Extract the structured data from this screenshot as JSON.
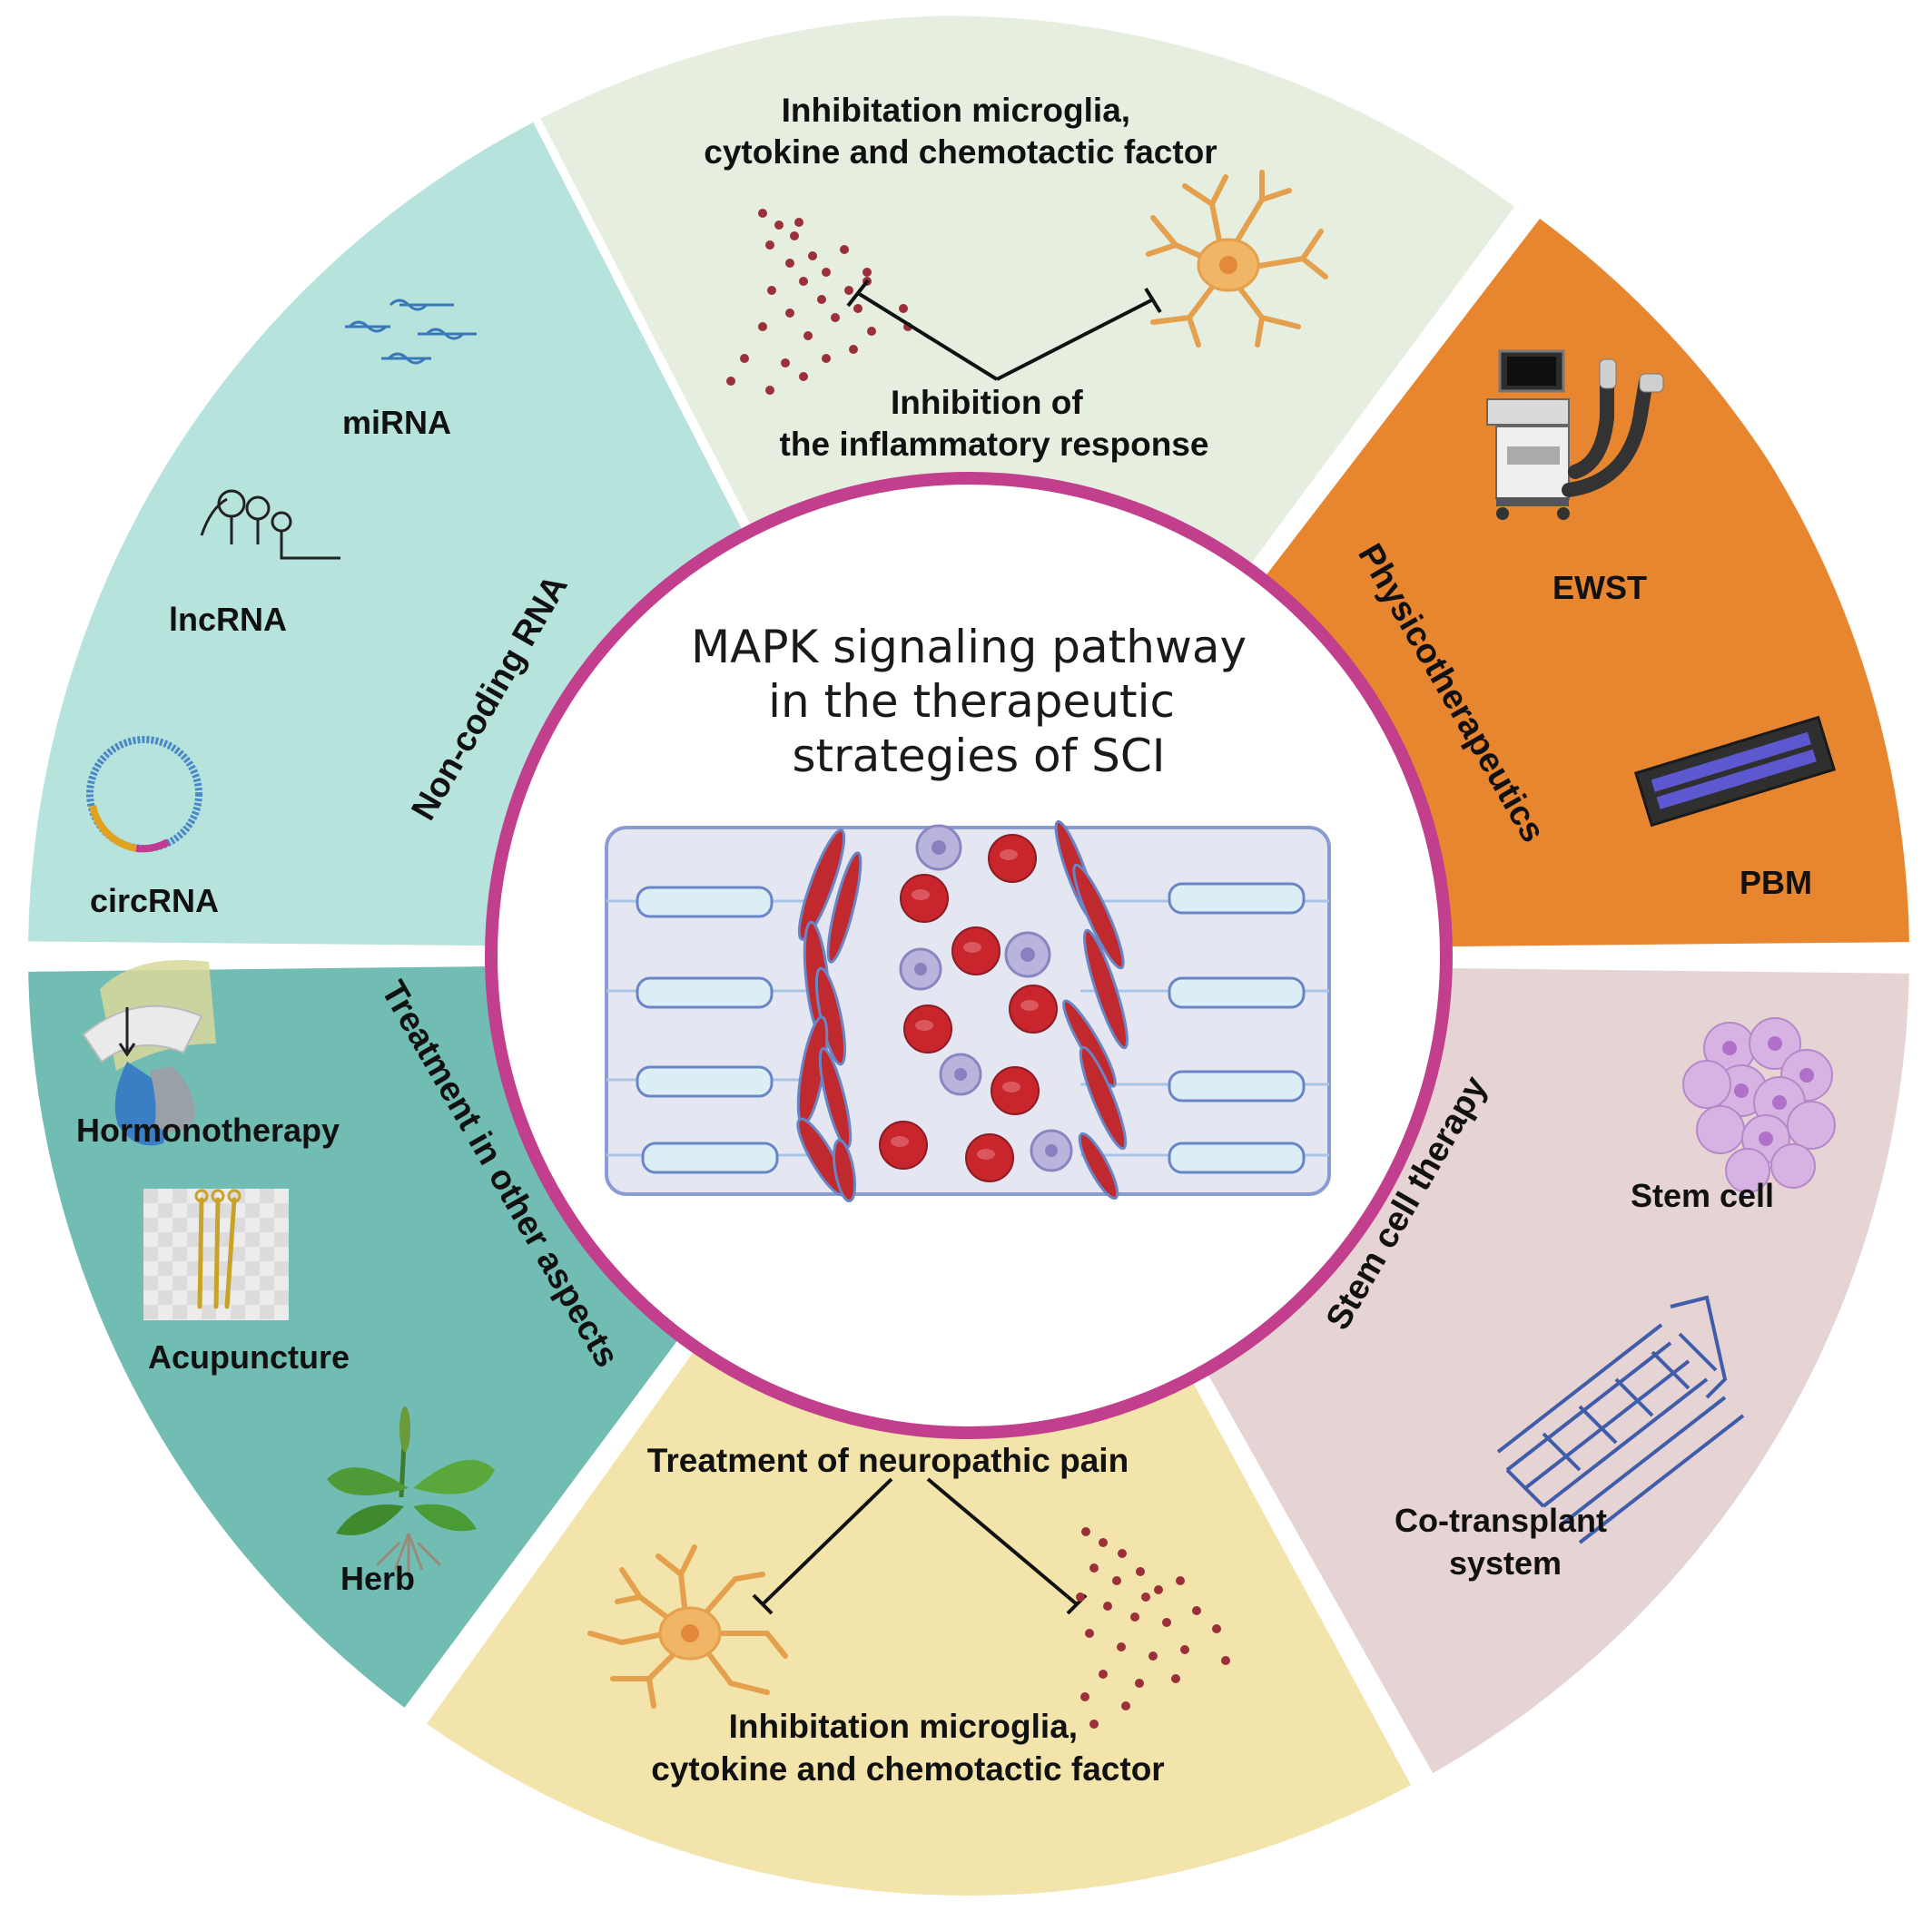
{
  "center": {
    "title_lines": [
      "MAPK signaling pathway",
      "in the therapeutic",
      "strategies of SCI"
    ]
  },
  "segments": {
    "noncoding": {
      "title": "Non-coding RNA",
      "items": [
        "miRNA",
        "lncRNA",
        "circRNA"
      ],
      "color": "#b7e3dd"
    },
    "inflammation": {
      "top_lines": [
        "Inhibitation microglia,",
        "cytokine and chemotactic factor"
      ],
      "bottom_lines": [
        "Inhibition of",
        "the inflammatory response"
      ],
      "color": "#e6eedf"
    },
    "physio": {
      "title": "Physicotherapeutics",
      "items": [
        "EWST",
        "PBM"
      ],
      "color": "#e8862f"
    },
    "stemcell": {
      "title": "Stem cell therapy",
      "items": [
        "Stem cell"
      ],
      "cotransplant_lines": [
        "Co-transplant",
        "system"
      ],
      "color": "#e6d4d4"
    },
    "neuropathic": {
      "top": "Treatment of neuropathic pain",
      "bottom_lines": [
        "Inhibitation microglia,",
        "cytokine and chemotactic factor"
      ],
      "color": "#f2e4aa"
    },
    "other": {
      "title": "Treatment in other aspects",
      "items": [
        "Hormonotherapy",
        "Acupuncture",
        "Herb"
      ],
      "color": "#72bdb3"
    }
  },
  "colors": {
    "ring": "#c23f8d",
    "red_cell": "#c8252d",
    "muscle": "#c02a2e",
    "immune_cell": "#b9b4dc",
    "neuron": "#f0b565",
    "panel_fill": "#e4e7f2",
    "panel_border": "#8a9bd1"
  }
}
